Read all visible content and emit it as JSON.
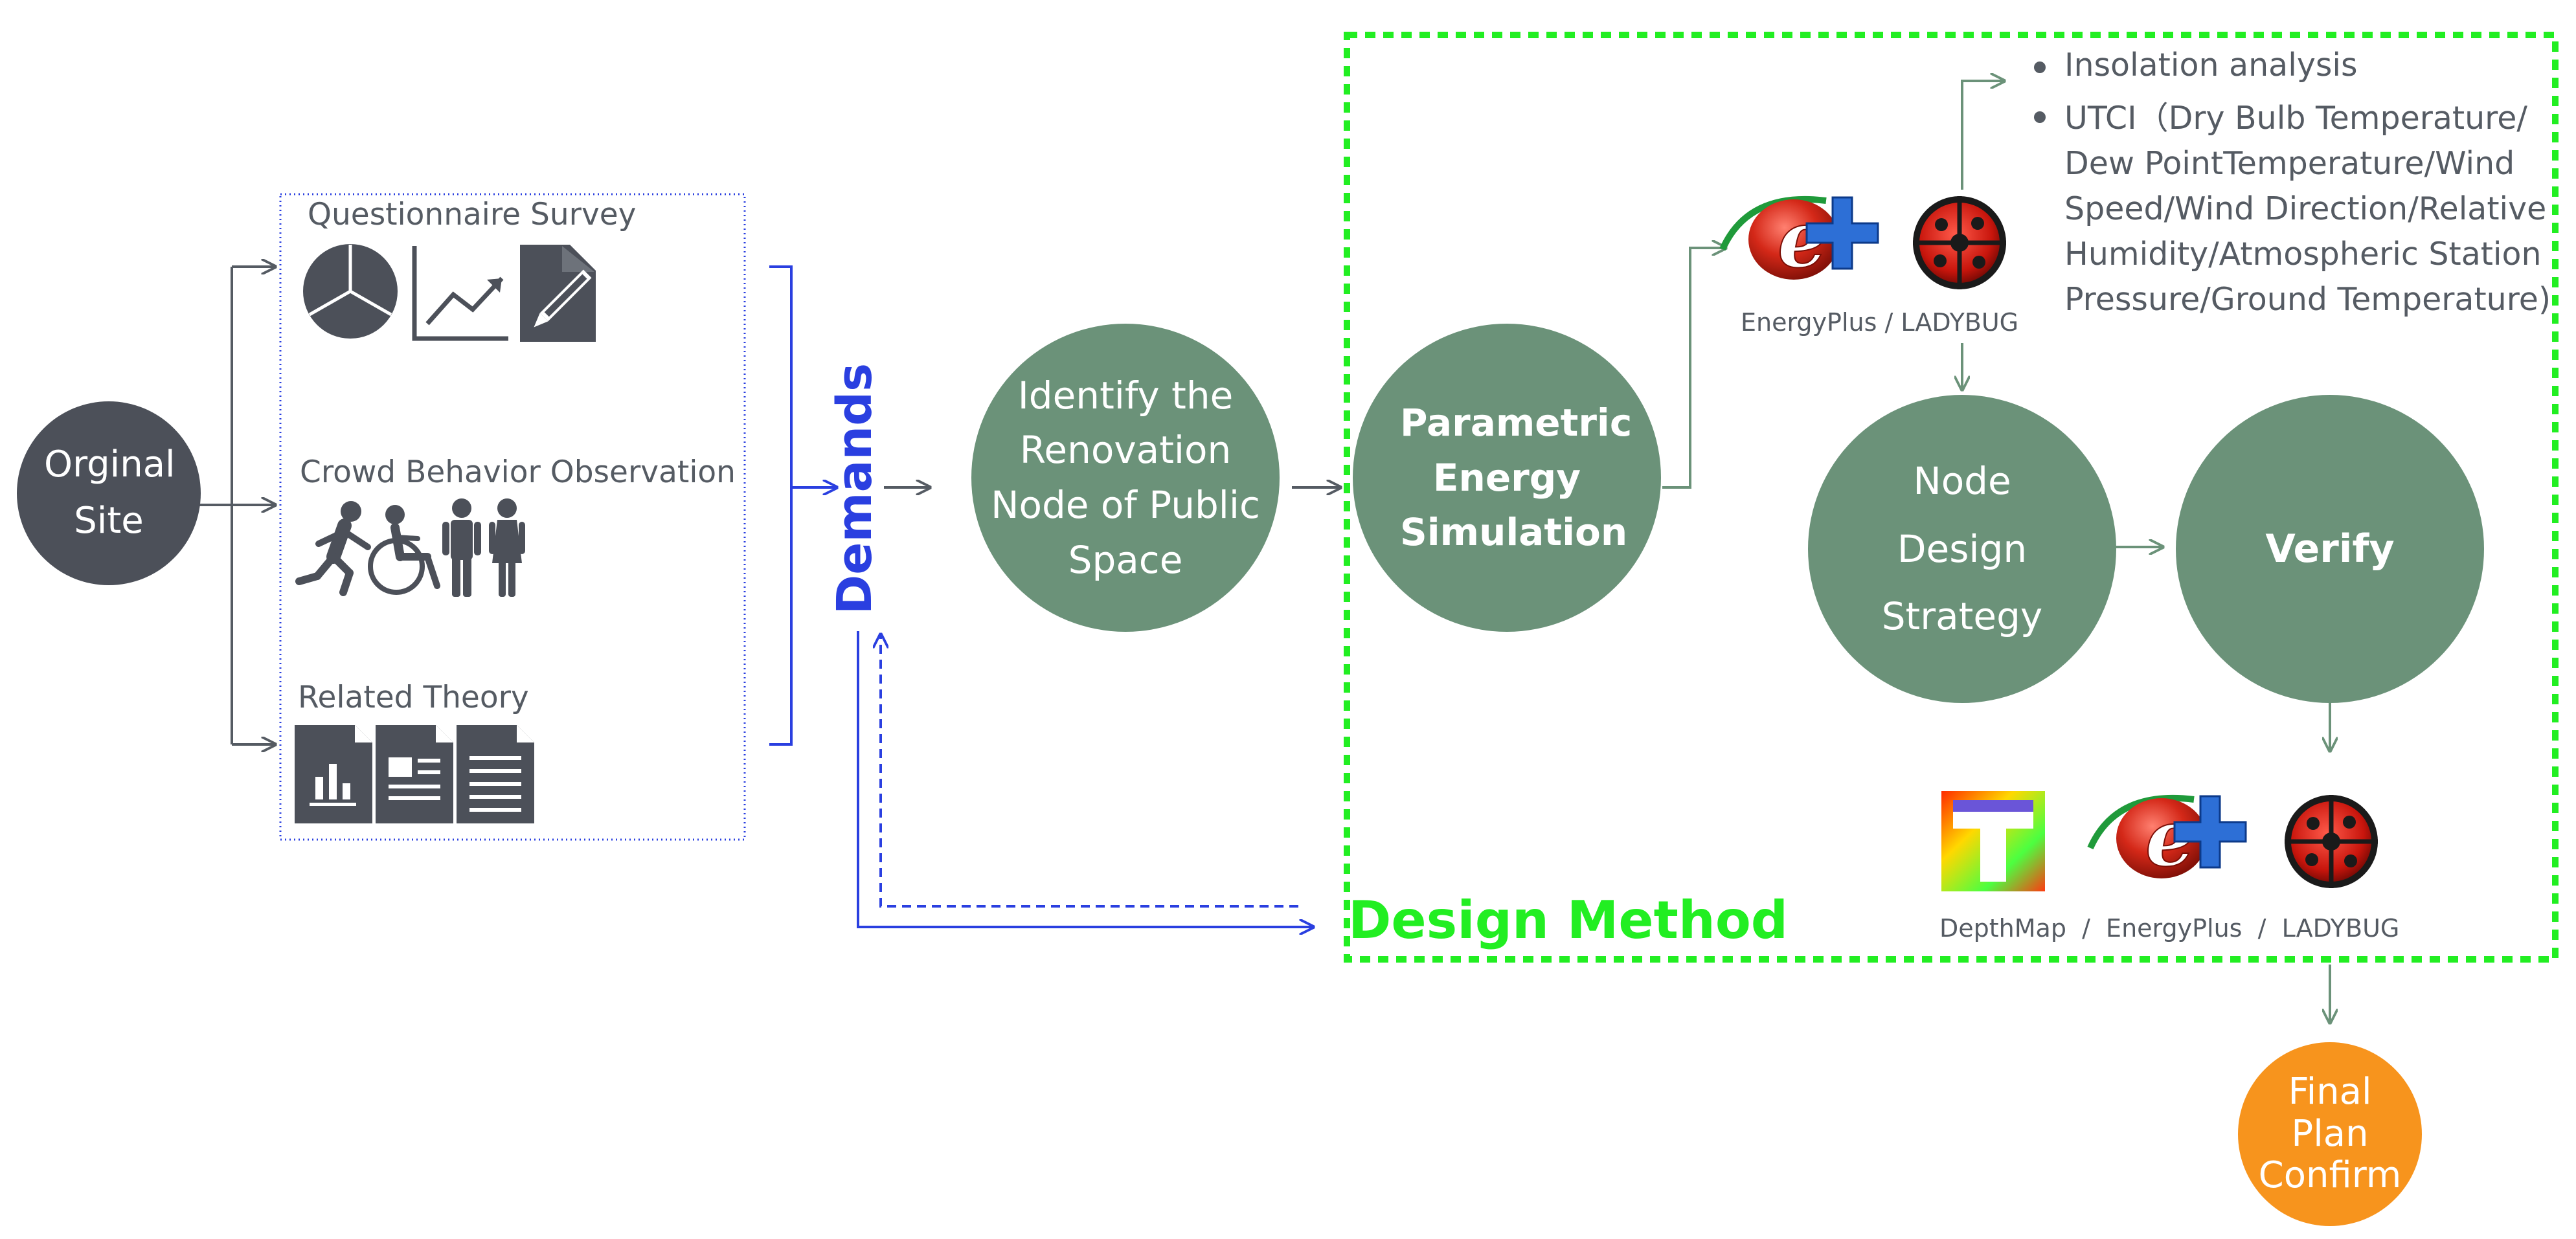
{
  "colors": {
    "dark_node": "#4c5059",
    "green_node": "#6b9279",
    "orange_node": "#f7941d",
    "blue": "#2a3fe0",
    "bright_green": "#22ee22",
    "gray_arrow": "#555b63",
    "green_arrow": "#6b9279"
  },
  "origin": {
    "label": "Orginal Site"
  },
  "inputs": {
    "survey_label": "Questionnaire Survey",
    "observation_label": "Crowd Behavior Observation",
    "theory_label": "Related Theory",
    "survey_icons": [
      "pie-chart-icon",
      "line-chart-icon",
      "document-edit-icon"
    ],
    "observation_icons": [
      "running-person-icon",
      "wheelchair-icon",
      "man-icon",
      "woman-icon"
    ],
    "theory_icons": [
      "bar-chart-document-icon",
      "article-document-icon",
      "text-document-icon"
    ]
  },
  "demands": {
    "label": "Demands"
  },
  "nodes": {
    "identify": "Identify the Renovation Node of Public Space",
    "simulation": "Parametric Energy Simulation",
    "strategy": "Node Design Strategy",
    "verify": "Verify",
    "final": "Final Plan Confirm"
  },
  "design_method": {
    "label": "Design Method"
  },
  "tools": {
    "top_caption": "EnergyPlus / LADYBUG",
    "bottom_caption": "DepthMap  /  EnergyPlus  /  LADYBUG",
    "logos": [
      "energyplus-logo",
      "ladybug-logo",
      "depthmap-logo"
    ]
  },
  "analysis": {
    "items": [
      "Insolation analysis",
      "UTCI（Dry Bulb Temperature/ Dew PointTemperature/Wind Speed/Wind Direction/Relative Humidity/Atmospheric Station Pressure/Ground Temperature)"
    ],
    "item2_lines": [
      "UTCI（Dry Bulb Temperature/",
      "Dew PointTemperature/Wind",
      "Speed/Wind Direction/Relative",
      "Humidity/Atmospheric Station",
      "Pressure/Ground Temperature)"
    ]
  }
}
